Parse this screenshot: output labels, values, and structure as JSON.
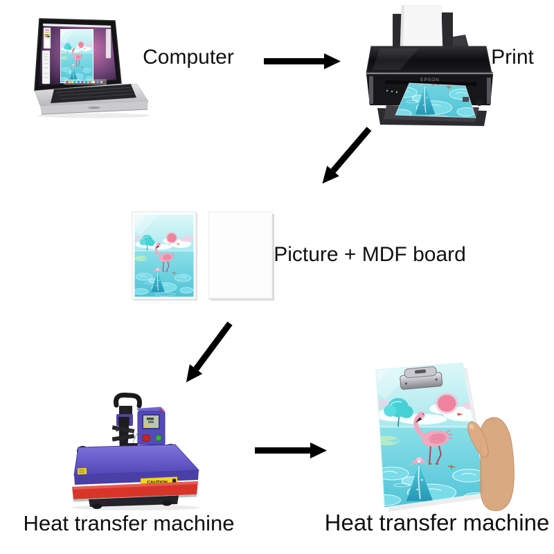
{
  "labels": {
    "computer": "Computer",
    "print": "Print",
    "picture_mdf": "Picture + MDF board",
    "heat_press": "Heat transfer machine",
    "result": "Heat transfer machine"
  },
  "printer": {
    "brand": "EPSON"
  },
  "machine": {
    "caution": "CAUTION"
  },
  "colors": {
    "background": "#ffffff",
    "text": "#101010",
    "arrow": "#000000",
    "machine_purple": "#5a4fc0",
    "machine_pad_red": "#d8352a",
    "caution_yellow": "#f2d41f",
    "artwork_sky": "#aee9ef",
    "artwork_water": "#5fcbdb",
    "flamingo_pink": "#f3a8bd",
    "hand_skin": "#d9a87f"
  }
}
